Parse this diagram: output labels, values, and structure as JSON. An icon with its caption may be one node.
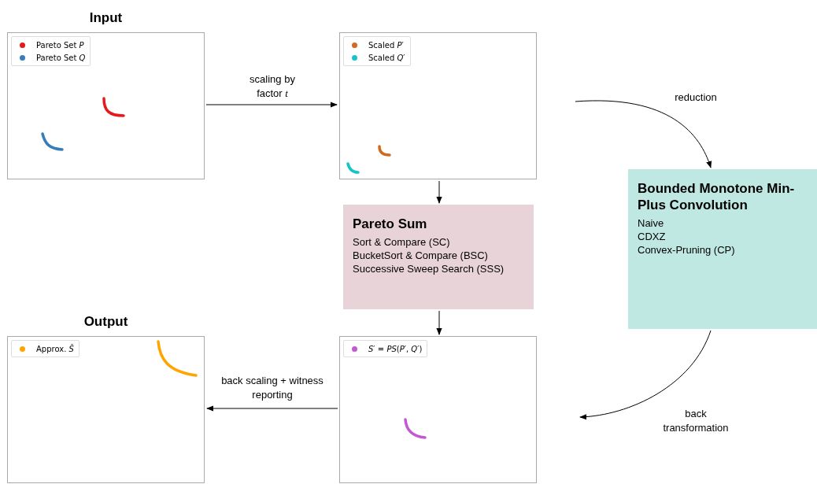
{
  "diagram": {
    "nodes": [
      {
        "text": [
          "Input"
        ]
      },
      {
        "text": [],
        "shape": "box"
      },
      {
        "text": [
          "Bounded Monotone Min-Plus Convolution",
          "Naive",
          "CDXZ",
          "Convex-Pruning (CP)"
        ]
      },
      {
        "text": [
          "Pareto Sum",
          "Sort & Compare (SC)",
          "BucketSort & Compare (BSC)",
          "Successive Sweep Search (SSS)"
        ]
      },
      {
        "text": [
          "Output"
        ]
      },
      {
        "text": [],
        "shape": "box"
      }
    ],
    "edges": [
      {
        "from": 0,
        "to": 1,
        "arrow": "to",
        "label": "scaling by factor *t*"
      },
      {
        "from": null,
        "to": 2,
        "arrow": "to",
        "label": "reduction"
      },
      {
        "from": 1,
        "to": 3,
        "arrow": "to"
      },
      {
        "from": 3,
        "to": 5,
        "arrow": "to"
      },
      {
        "from": 2,
        "to": null,
        "arrow": "to",
        "label": "back transformation"
      },
      {
        "from": 5,
        "to": 4,
        "arrow": "to",
        "label": "back scaling + witness reporting"
      }
    ],
    "legend": [
      {
        "text": "Pareto Set *P*",
        "color": "#e41a1c"
      },
      {
        "text": "Pareto Set *Q*",
        "color": "#377eb8"
      },
      {
        "text": "Scaled *P*′",
        "color": "#d2691e"
      },
      {
        "text": "Scaled *Q*′",
        "color": "#17c3c8"
      },
      {
        "text": "Approx. *S̃*",
        "color": "#ffa500"
      },
      {
        "text": "*S*′ = *PS*(*P*′, *Q*′)",
        "color": "#c457d4"
      }
    ]
  }
}
